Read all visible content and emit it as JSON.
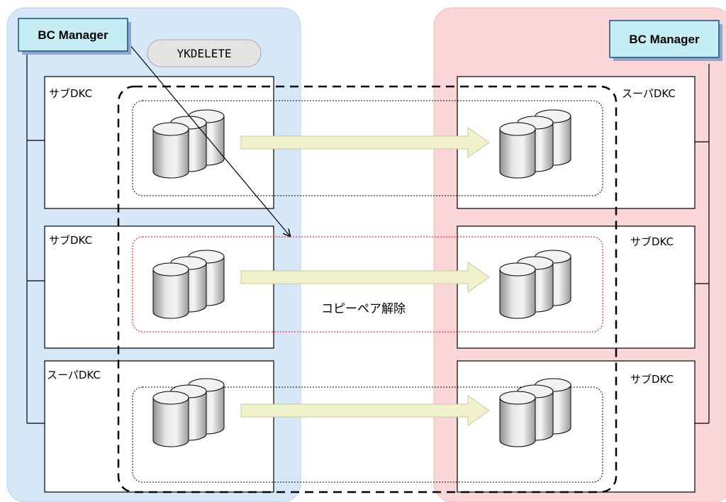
{
  "left_site": {
    "bc_manager_label": "BC Manager",
    "command_label": "YKDELETE",
    "dkc": [
      {
        "label": "サブDKC"
      },
      {
        "label": "サブDKC"
      },
      {
        "label": "スーパDKC"
      }
    ]
  },
  "right_site": {
    "bc_manager_label": "BC Manager",
    "dkc": [
      {
        "label": "スーパDKC"
      },
      {
        "label": "サブDKC"
      },
      {
        "label": "サブDKC"
      }
    ]
  },
  "operation_label": "コピーペア解除",
  "colors": {
    "left_region": "#d6e8f8",
    "right_region": "#fbd6d8",
    "bc_manager_fill": "#c6ecf4",
    "bc_manager_border": "#1c4d8c",
    "arrow_fill": "#f0f2cc",
    "highlight_pair": "#ff0000"
  }
}
